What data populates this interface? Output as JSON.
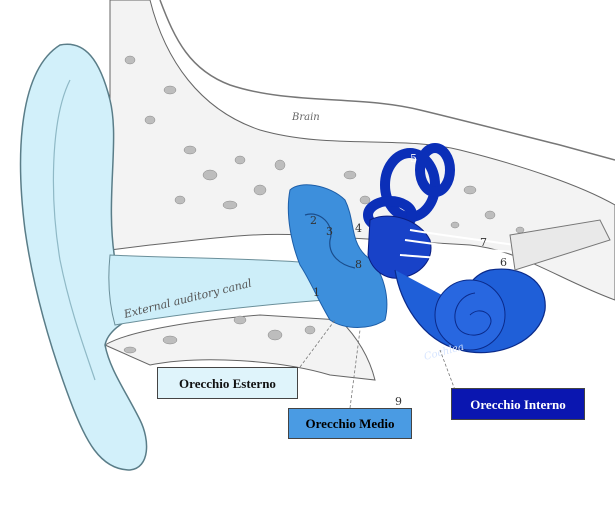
{
  "labels": {
    "outer_ear": "Orecchio Esterno",
    "middle_ear": "Orecchio Medio",
    "inner_ear": "Orecchio Interno"
  },
  "annotations": {
    "brain": "Brain",
    "canal": "External auditory canal",
    "cochlea": "Cochlea"
  },
  "numbers": {
    "n1": "1",
    "n2": "2",
    "n3": "3",
    "n4": "4",
    "n5": "5",
    "n6": "6",
    "n7": "7",
    "n8": "8",
    "n9": "9"
  },
  "colors": {
    "outer_ear": "#d2f0fa",
    "middle_ear": "#3d8fdc",
    "inner_ear": "#0b2fb8",
    "bone": "#f1f1f1",
    "outline": "#555555"
  }
}
